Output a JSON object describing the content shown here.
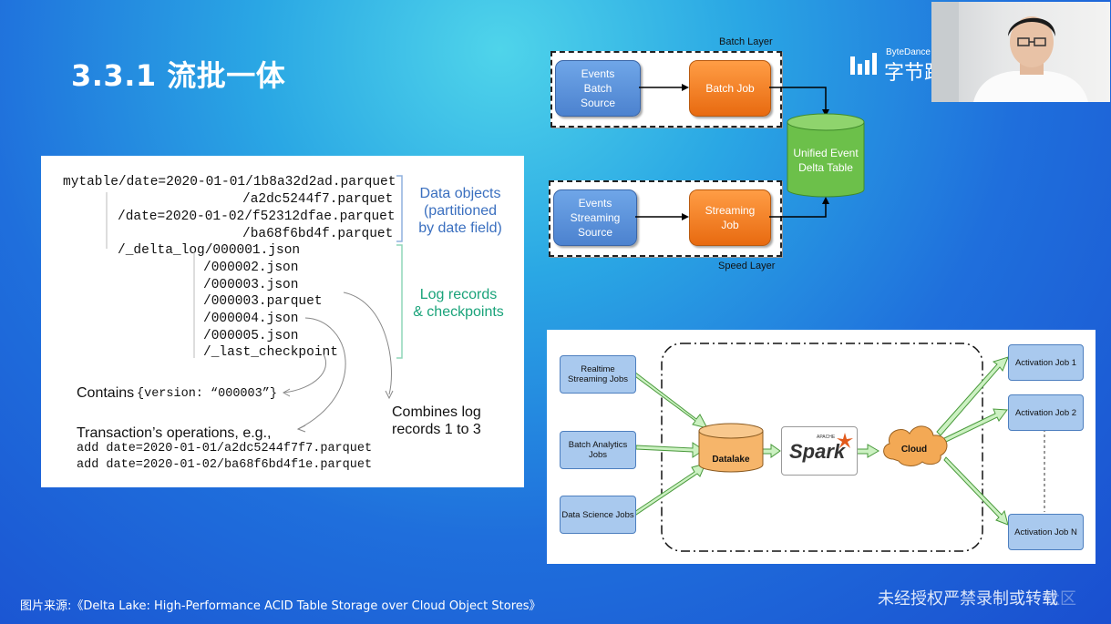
{
  "slide": {
    "title": "3.3.1 流批一体",
    "source_note": "图片来源:《Delta Lake: High-Performance ACID Table Storage over Cloud Object Stores》",
    "watermark": "未经授权严禁录制或转载",
    "watermark_faint": "社区"
  },
  "logo": {
    "brand": "ByteDance",
    "cn": "字节跳"
  },
  "table_layout": {
    "paths": [
      "mytable/date=2020-01-01/1b8a32d2ad.parquet",
      "/a2dc5244f7.parquet",
      "/date=2020-01-02/f52312dfae.parquet",
      "/ba68f6bd4f.parquet",
      "/_delta_log/000001.json",
      "/000002.json",
      "/000003.json",
      "/000003.parquet",
      "/000004.json",
      "/000005.json",
      "/_last_checkpoint"
    ],
    "data_objects_note": [
      "Data objects",
      "(partitioned",
      "by date field)"
    ],
    "log_records_note": [
      "Log records",
      "& checkpoints"
    ],
    "contains_label": "Contains ",
    "contains_code": "{version: “000003”}",
    "combines_note": [
      "Combines log",
      "records 1 to 3"
    ],
    "transaction_label": "Transaction’s operations, e.g.,",
    "ops": [
      "add date=2020-01-01/a2dc5244f7f7.parquet",
      "add date=2020-01-02/ba68f6bd4f1e.parquet"
    ]
  },
  "lambda_diagram": {
    "batch_layer_label": "Batch Layer",
    "speed_layer_label": "Speed Layer",
    "batch_source": [
      "Events",
      "Batch",
      "Source"
    ],
    "batch_job": "Batch Job",
    "stream_source": [
      "Events",
      "Streaming",
      "Source"
    ],
    "stream_job": [
      "Streaming",
      "Job"
    ],
    "unified": [
      "Unified Event",
      "Delta Table"
    ]
  },
  "pipeline_diagram": {
    "inputs": [
      [
        "Realtime",
        "Streaming Jobs"
      ],
      [
        "Batch Analytics",
        "Jobs"
      ],
      [
        "Data Science Jobs"
      ]
    ],
    "datalake": "Datalake",
    "spark_apache": "APACHE",
    "spark": "Spark",
    "cloud": "Cloud",
    "outputs": [
      "Activation Job 1",
      "Activation Job 2",
      "Activation Job N"
    ]
  },
  "colors": {
    "bg_dark": "#1a4fd0",
    "bg_light": "#4fd4ea",
    "blue_node": "#4c82cf",
    "orange_node": "#e86a10",
    "green_cylinder": "#6cc04a",
    "pipeline_node": "#a9c9ee",
    "data_note_blue": "#3a6fbf",
    "log_note_green": "#1aa37a"
  },
  "icons": [
    "bytedance-logo-icon",
    "spark-star-icon",
    "cloud-icon",
    "cylinder-icon"
  ]
}
